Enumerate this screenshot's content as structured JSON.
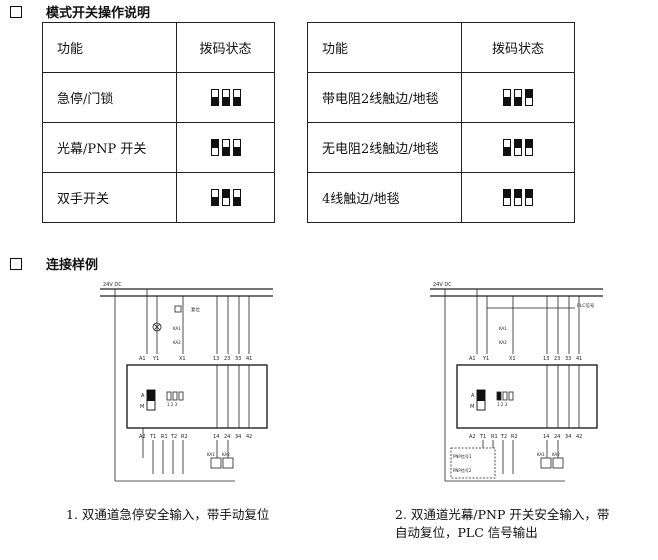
{
  "section1": {
    "title": "模式开关操作说明"
  },
  "table_left": {
    "header": {
      "col1": "功能",
      "col2": "拨码状态"
    },
    "rows": [
      {
        "label": "急停/门锁",
        "switches": [
          "off",
          "off",
          "off"
        ]
      },
      {
        "label": "光幕/PNP 开关",
        "switches": [
          "on",
          "off",
          "off"
        ]
      },
      {
        "label": "双手开关",
        "switches": [
          "off",
          "on",
          "off"
        ]
      }
    ]
  },
  "table_right": {
    "header": {
      "col1": "功能",
      "col2": "拨码状态"
    },
    "rows": [
      {
        "label": "带电阻2线触边/地毯",
        "switches": [
          "off",
          "off",
          "on"
        ]
      },
      {
        "label": "无电阻2线触边/地毯",
        "switches": [
          "off",
          "on",
          "on"
        ]
      },
      {
        "label": "4线触边/地毯",
        "switches": [
          "on",
          "on",
          "on"
        ]
      }
    ]
  },
  "section2": {
    "title": "连接样例"
  },
  "diagram1": {
    "supply": "24V DC",
    "top_terminals": [
      "A1",
      "Y1",
      "X1",
      "13",
      "23",
      "33",
      "41"
    ],
    "bottom_terminals": [
      "A2",
      "T1",
      "R1",
      "T2",
      "R2",
      "14",
      "24",
      "34",
      "42"
    ],
    "mode": {
      "auto": "A",
      "manual": "M"
    },
    "dip_label": "1 2 3",
    "reset_label": "复位",
    "contactors": [
      "KA1",
      "KA2"
    ]
  },
  "diagram2": {
    "supply": "24V DC",
    "plc_label": "PLC信号",
    "top_terminals": [
      "A1",
      "Y1",
      "X1",
      "13",
      "23",
      "33",
      "41"
    ],
    "bottom_terminals": [
      "A2",
      "T1",
      "R1",
      "T2",
      "R2",
      "14",
      "24",
      "34",
      "42"
    ],
    "mode": {
      "auto": "A",
      "manual": "M"
    },
    "dip_label": "1 2 3",
    "sensors": [
      "PNP信号1",
      "PNP信号2"
    ],
    "contactors": [
      "KA1",
      "KA2"
    ]
  },
  "captions": {
    "c1": "1.  双通道急停安全输入，带手动复位",
    "c2_line1": "2.  双通道光幕/PNP 开关安全输入，带",
    "c2_line2": "自动复位，PLC 信号输出"
  }
}
